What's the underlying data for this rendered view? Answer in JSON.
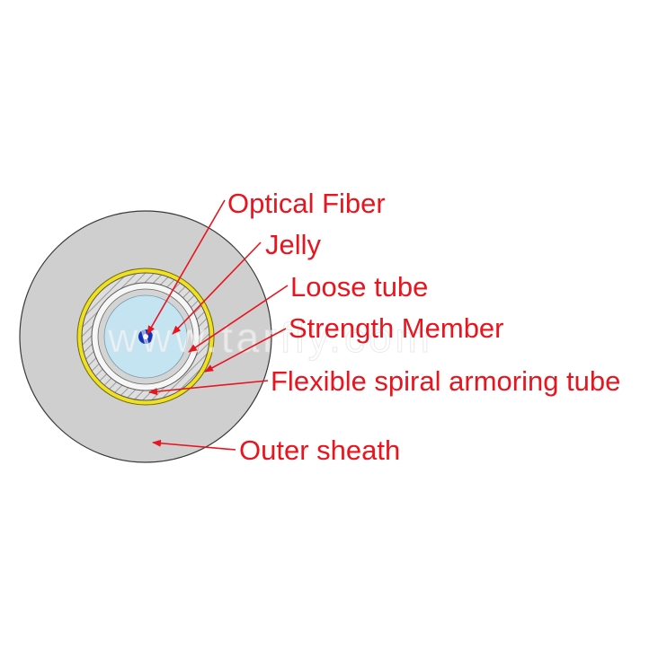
{
  "diagram": {
    "labels": {
      "optical_fiber": "Optical Fiber",
      "jelly": "Jelly",
      "loose_tube": "Loose tube",
      "strength_member": "Strength Member",
      "armoring_tube": "Flexible spiral armoring tube",
      "outer_sheath": "Outer sheath"
    },
    "watermark": "www.tarfly.com"
  },
  "colors": {
    "label_text": "#e8141e",
    "leader_line": "#e8141e",
    "outer_sheath": "#cfcfcf",
    "armor_ring": "#f0e020",
    "strength_member": "#d8d8d8",
    "loose_tube": "#f4f4f4",
    "jelly": "#c4e4f2",
    "fiber_core": "#1432b4"
  }
}
